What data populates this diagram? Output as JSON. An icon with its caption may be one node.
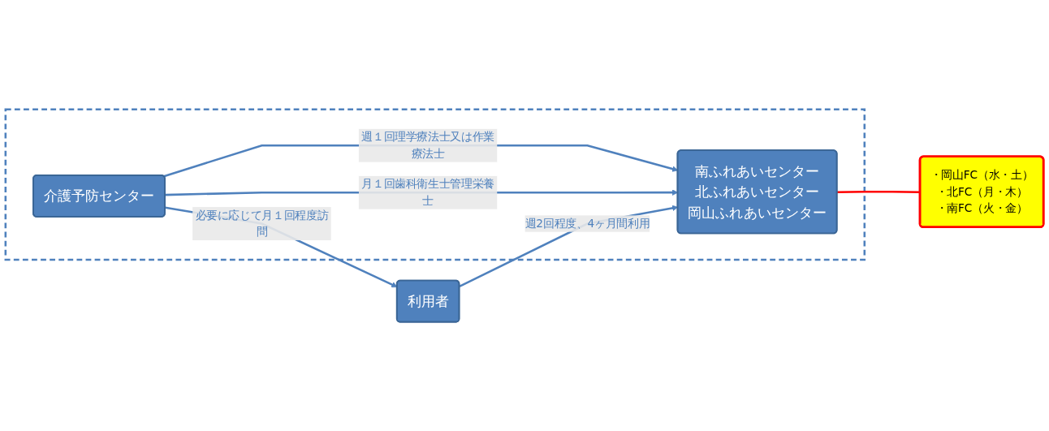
{
  "diagram": {
    "nodes": [
      {
        "text": [],
        "shape": "box"
      },
      {
        "text": [
          "介護予防センター"
        ],
        "in": 0
      },
      {
        "text": [
          "南ふれあいセンター",
          "北ふれあいセンター",
          "岡山ふれあいセンター"
        ],
        "in": 0
      },
      {
        "text": [
          "利用者"
        ]
      },
      {
        "text": [
          "・岡山FC（水・土）",
          "・北FC（月・木）",
          "・南FC（火・金）"
        ]
      }
    ],
    "edges": [
      {
        "from": 1,
        "to": 2,
        "arrow": "to",
        "label": "週１回理学療法士又は作業療法士"
      },
      {
        "from": 1,
        "to": 2,
        "arrow": "to",
        "label": "月１回歯科衛生士管理栄養士"
      },
      {
        "from": 3,
        "to": 2,
        "arrow": "to",
        "label": "週2回程度、4ヶ月間利用"
      },
      {
        "from": 1,
        "to": 3,
        "arrow": "to",
        "label": "必要に応じて月１回程度訪問"
      },
      {
        "from": 2,
        "to": 4,
        "arrow": "none",
        "color": "#ff0000"
      }
    ]
  }
}
